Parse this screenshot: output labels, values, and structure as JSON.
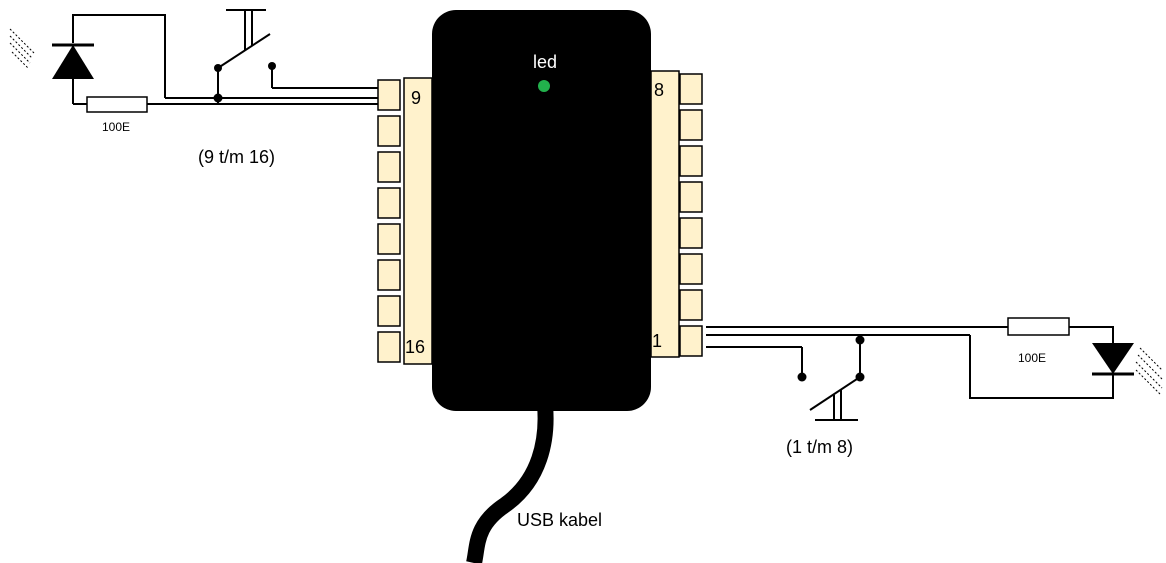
{
  "labels": {
    "led": "led",
    "pin_top_left": "9",
    "pin_bottom_left": "16",
    "pin_top_right": "8",
    "pin_bottom_right": "1",
    "range_left": "(9 t/m 16)",
    "range_right": "(1 t/m 8)",
    "resistor_left": "100E",
    "resistor_right": "100E",
    "usb_cable": "USB kabel"
  },
  "colors": {
    "box": "#000000",
    "led": "#22b14c",
    "terminal_fill": "#fff2cc",
    "wire": "#000000"
  },
  "terminal_blocks_per_side": 8
}
